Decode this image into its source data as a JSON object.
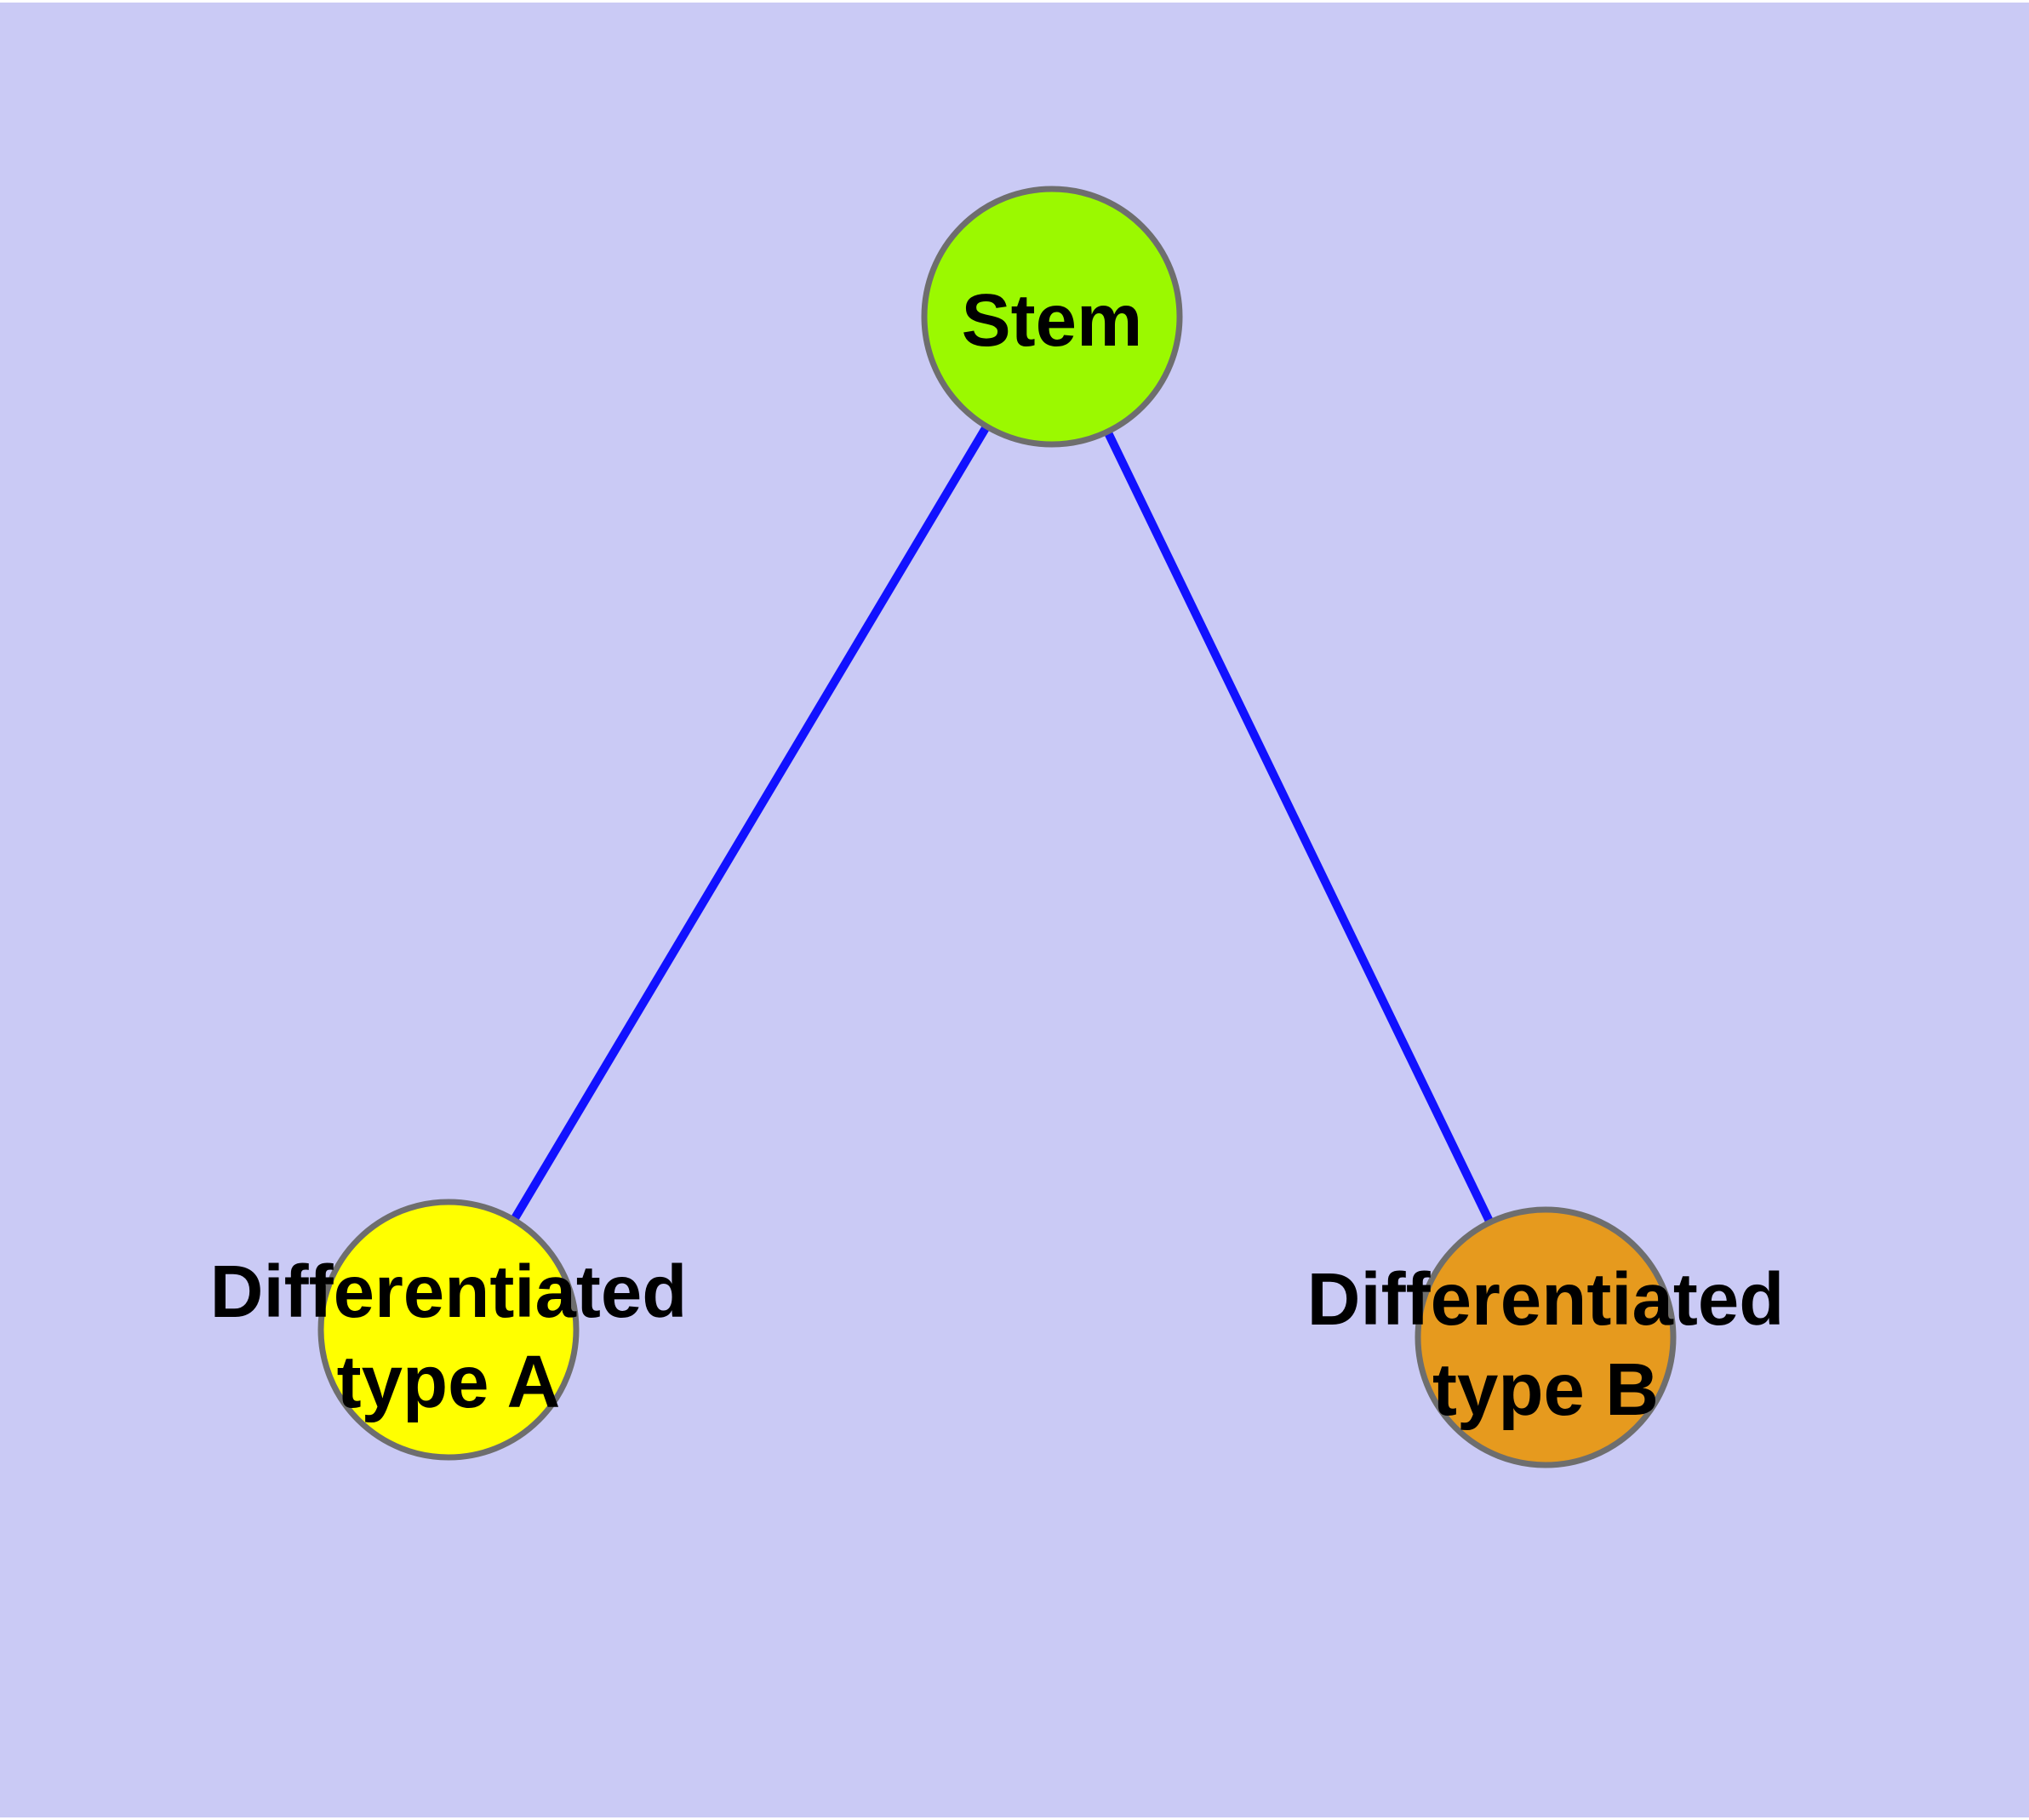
{
  "diagram": {
    "background_color": "#cacaf5",
    "edge_color": "#1111ff",
    "node_border_color": "#6e6e6e",
    "text_color": "#000000",
    "nodes": [
      {
        "id": "stem",
        "label": "Stem",
        "label_lines": [
          "Stem"
        ],
        "fill": "#9bf900"
      },
      {
        "id": "differentiated-type-a",
        "label": "Differentiated type A",
        "label_lines": [
          "Differentiated",
          "type A"
        ],
        "fill": "#ffff00"
      },
      {
        "id": "differentiated-type-b",
        "label": "Differentiated type B",
        "label_lines": [
          "Differentiated",
          "type B"
        ],
        "fill": "#e69a1e"
      }
    ],
    "edges": [
      {
        "from": "Stem",
        "to": "Differentiated type A"
      },
      {
        "from": "Stem",
        "to": "Differentiated type B"
      }
    ]
  }
}
